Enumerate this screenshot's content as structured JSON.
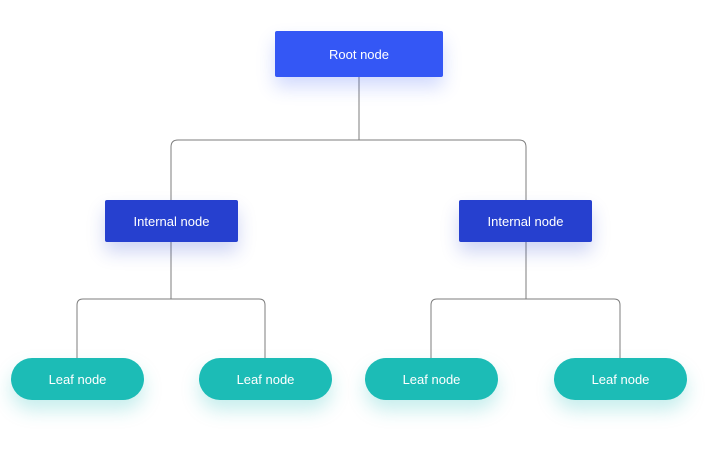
{
  "colors": {
    "root": "#3457f5",
    "internal": "#2640cf",
    "leaf": "#1cbcb6",
    "connector": "#7d7d7d",
    "background": "#ffffff"
  },
  "tree": {
    "root": {
      "label": "Root node"
    },
    "internal_nodes": [
      {
        "label": "Internal node",
        "leaves": [
          {
            "label": "Leaf node"
          },
          {
            "label": "Leaf node"
          }
        ]
      },
      {
        "label": "Internal node",
        "leaves": [
          {
            "label": "Leaf node"
          },
          {
            "label": "Leaf node"
          }
        ]
      }
    ]
  }
}
